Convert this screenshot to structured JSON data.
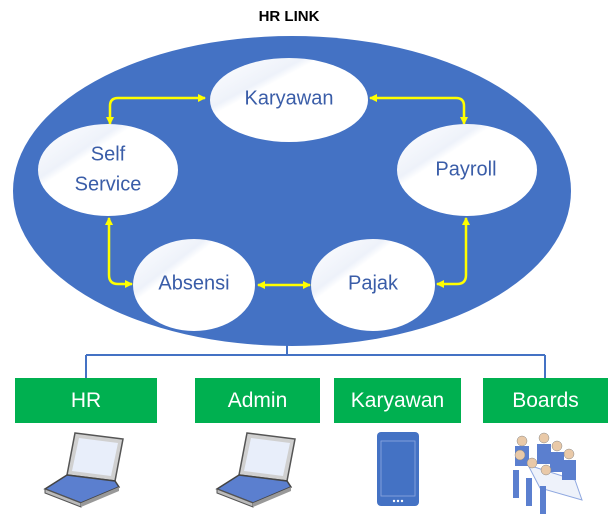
{
  "title": "HR LINK",
  "modules": {
    "karyawan": "Karyawan",
    "self_service_line1": "Self",
    "self_service_line2": "Service",
    "payroll": "Payroll",
    "absensi": "Absensi",
    "pajak": "Pajak"
  },
  "users": [
    {
      "label": "HR",
      "icon": "laptop-icon"
    },
    {
      "label": "Admin",
      "icon": "laptop-icon"
    },
    {
      "label": "Karyawan",
      "icon": "smartphone-icon"
    },
    {
      "label": "Boards",
      "icon": "meeting-icon"
    }
  ],
  "colors": {
    "ellipse": "#4472c4",
    "arrow": "#ffff00",
    "box": "#00b050",
    "node_text": "#3a5da8"
  }
}
